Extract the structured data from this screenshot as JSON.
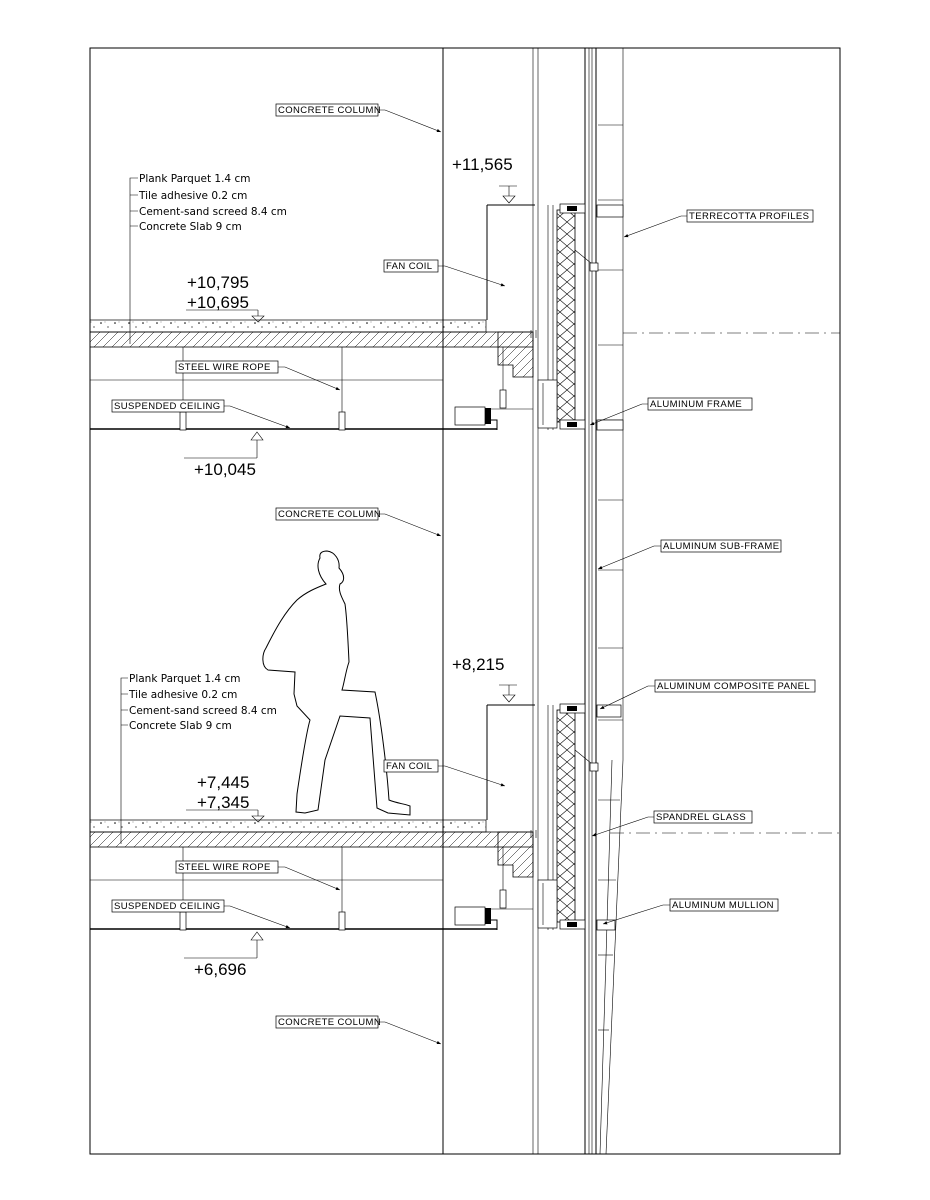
{
  "levels": {
    "top": {
      "elev_fancoil": "+11,565",
      "elev_floor_top": "+10,795",
      "elev_floor_slab": "+10,695",
      "elev_ceiling": "+10,045"
    },
    "bottom": {
      "elev_fancoil": "+8,215",
      "elev_floor_top": "+7,445",
      "elev_floor_slab": "+7,345",
      "elev_ceiling": "+6,696"
    }
  },
  "layers": [
    "Plank Parquet 1.4 cm",
    "Tile adhesive 0.2 cm",
    "Cement-sand screed 8.4 cm",
    "Concrete Slab 9 cm"
  ],
  "tags": {
    "concrete_column": "CONCRETE COLUMN",
    "fan_coil": "FAN COIL",
    "steel_wire_rope": "STEEL WIRE ROPE",
    "suspended_ceiling": "SUSPENDED CEILING",
    "terrecotta_profiles": "TERRECOTTA PROFILES",
    "aluminum_frame": "ALUMINUM FRAME",
    "aluminum_sub_frame": "ALUMINUM SUB-FRAME",
    "aluminum_composite_panel": "ALUMINUM COMPOSITE PANEL",
    "spandrel_glass": "SPANDREL GLASS",
    "aluminum_mullion": "ALUMINUM MULLION"
  }
}
